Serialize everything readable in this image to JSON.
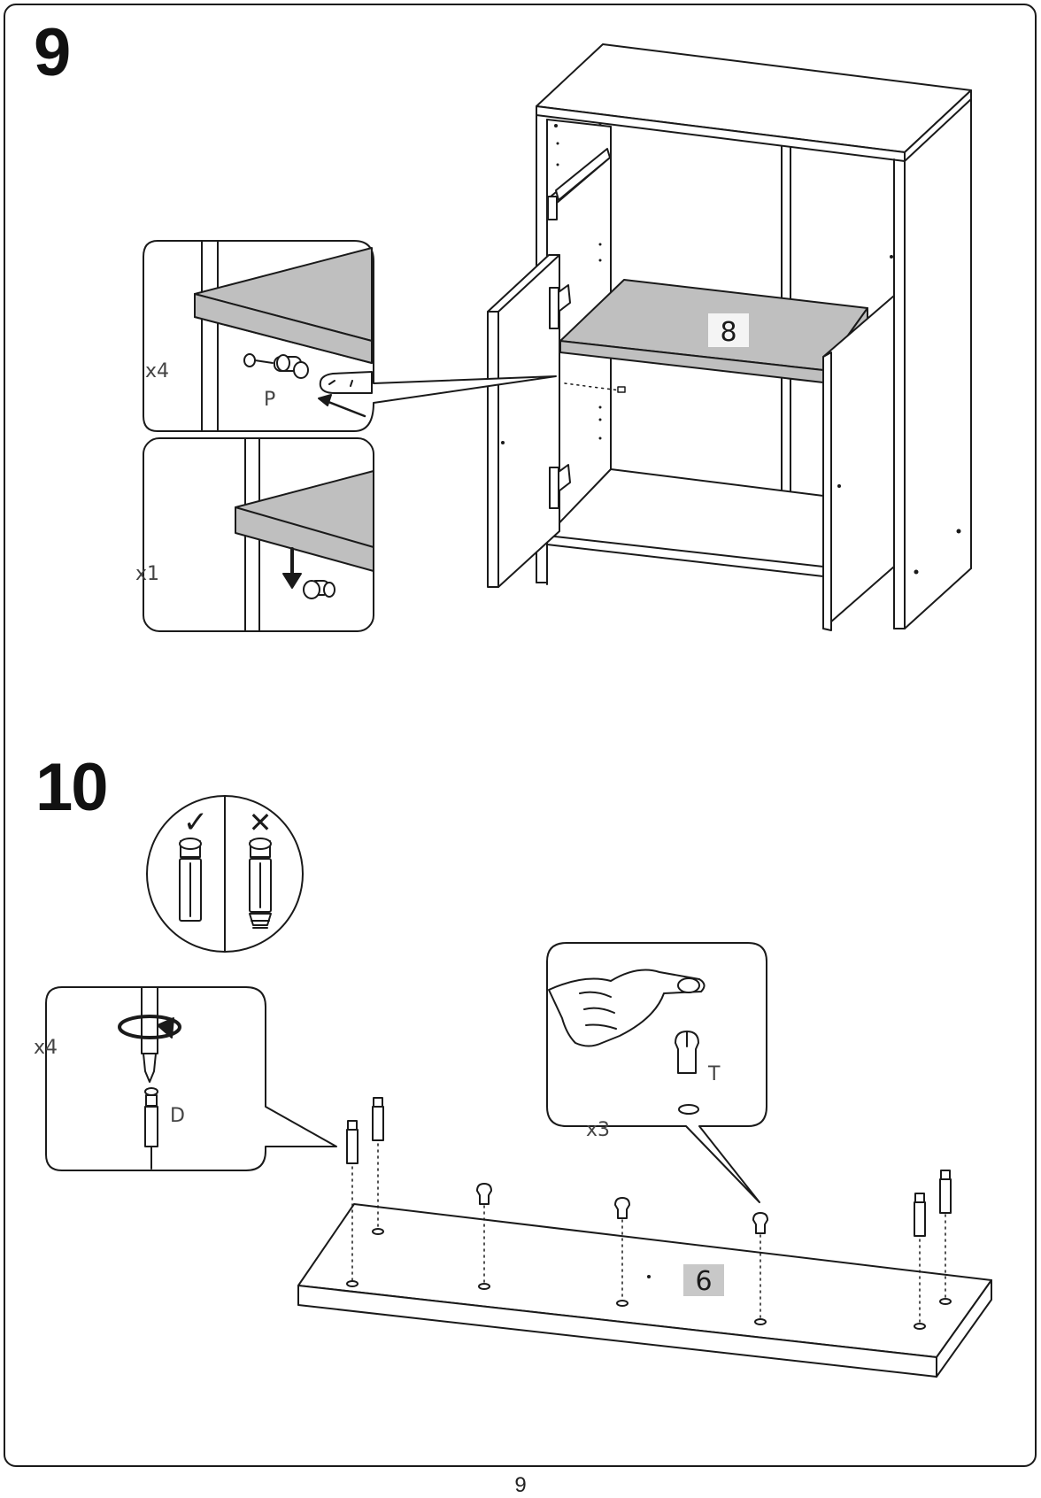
{
  "page": {
    "number": "9"
  },
  "step9": {
    "number": "9",
    "panel_number": "8",
    "callout_top": {
      "qty": "x4",
      "part": "P"
    },
    "callout_bottom": {
      "qty": "x1"
    }
  },
  "step10": {
    "number": "10",
    "panel_number": "6",
    "callout_tip": {
      "correct": "✓",
      "wrong": "✕"
    },
    "callout_screw": {
      "qty": "x4",
      "part": "D"
    },
    "callout_hand": {
      "qty": "x3",
      "part": "T"
    }
  },
  "colors": {
    "line": "#1a1a1a",
    "panel_fill": "#bfbfbf",
    "label_fill": "#c8c8c8"
  }
}
